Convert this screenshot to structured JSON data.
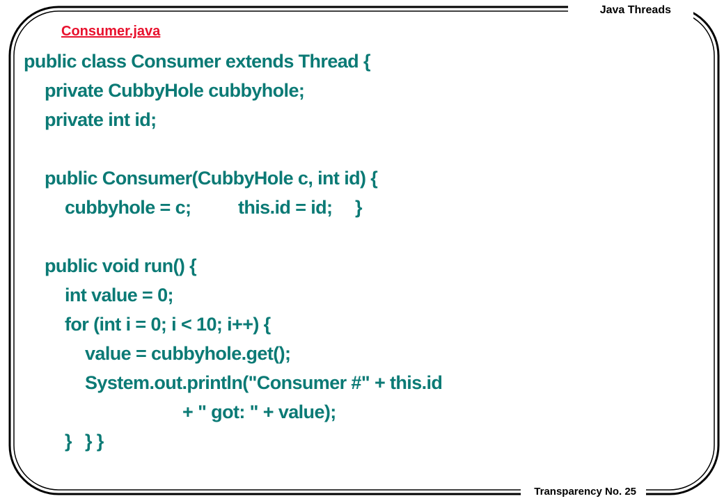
{
  "header": {
    "title": "Java Threads"
  },
  "footer": {
    "label": "Transparency No. 25"
  },
  "slide": {
    "file_title": "Consumer.java",
    "code_lines": [
      "public class Consumer extends Thread {",
      "private CubbyHole cubbyhole;",
      "private int id;",
      "public Consumer(CubbyHole c, int id) {",
      "cubbyhole = c;",
      "this.id = id;",
      "}",
      "public void run() {",
      "int value = 0;",
      "for (int i = 0; i < 10; i++) {",
      "value = cubbyhole.get();",
      "System.out.println(\"Consumer #\" + this.id",
      "+ \" got: \" + value);",
      "}",
      "} }"
    ]
  },
  "colors": {
    "code": "#0b7a75",
    "file_title": "#e8112d",
    "frame": "#000000",
    "background": "#ffffff"
  }
}
